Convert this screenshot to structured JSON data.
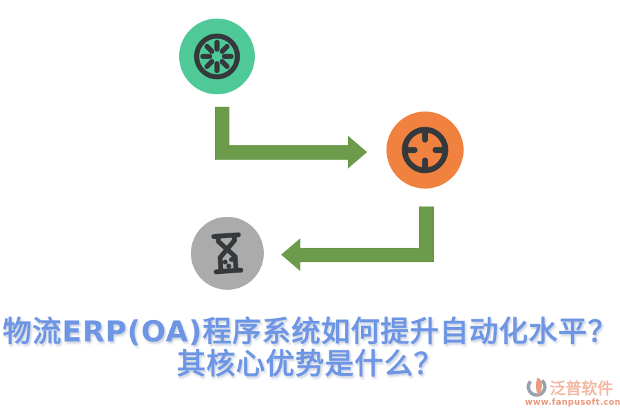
{
  "colors": {
    "mint": "#4ec997",
    "orange": "#f0813f",
    "gray": "#ababab",
    "stroke": "#35393c",
    "arrow": "#6b9b4b",
    "caption": "#6e96e4",
    "brand": "#f2b9a4",
    "url": "#eb9b7e",
    "logoGray": "#9aa0ad"
  },
  "diagram": {
    "nodes": [
      {
        "id": "start",
        "icon": "spinner-icon",
        "color_key": "mint"
      },
      {
        "id": "target",
        "icon": "crosshair-icon",
        "color_key": "orange"
      },
      {
        "id": "wait",
        "icon": "hourglass-icon",
        "color_key": "gray"
      }
    ],
    "arrows": [
      {
        "id": "arrow-1",
        "from": "start",
        "to": "target",
        "shape": "down-then-right"
      },
      {
        "id": "arrow-2",
        "from": "target",
        "to": "wait",
        "shape": "down-then-left"
      }
    ]
  },
  "caption": {
    "line1": "物流ERP(OA)程序系统如何提升自动化水平？",
    "line2": "其核心优势是什么？"
  },
  "watermark": {
    "brand": "泛普软件",
    "url": "www.fanpusoft.com"
  }
}
